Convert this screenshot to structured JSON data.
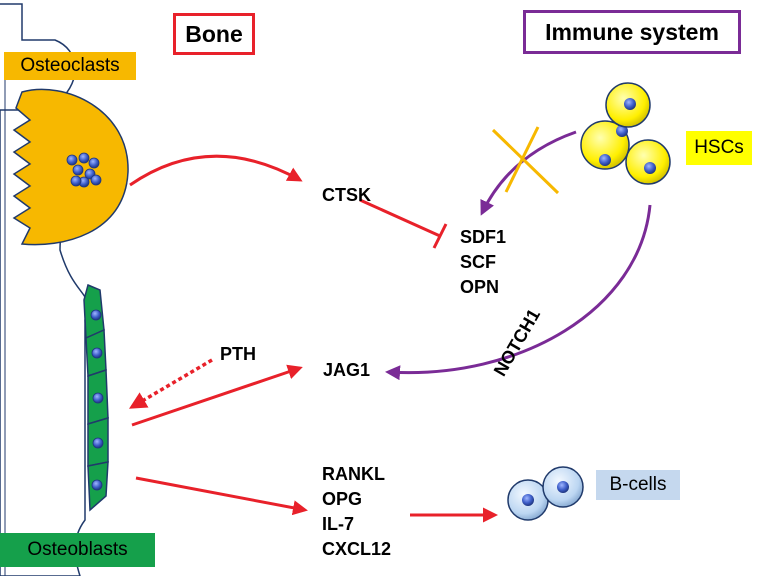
{
  "headers": {
    "bone": "Bone",
    "immune": "Immune system"
  },
  "cells": {
    "osteoclasts": "Osteoclasts",
    "osteoblasts": "Osteoblasts",
    "hscs": "HSCs",
    "bcells": "B-cells"
  },
  "molecules": {
    "ctsk": "CTSK",
    "sdf1": "SDF1",
    "scf": "SCF",
    "opn": "OPN",
    "pth": "PTH",
    "jag1": "JAG1",
    "notch1": "NOTCH1",
    "rankl": "RANKL",
    "opg": "OPG",
    "il7": "IL-7",
    "cxcl12": "CXCL12"
  },
  "colors": {
    "bone_accent": "#e8212a",
    "immune_accent": "#7a2b96",
    "osteoclast": "#f7b800",
    "osteoblast": "#15a04b",
    "hsc": "#ffff00",
    "bcell": "#c5d8ee",
    "nucleus": "#4a6fd0"
  }
}
